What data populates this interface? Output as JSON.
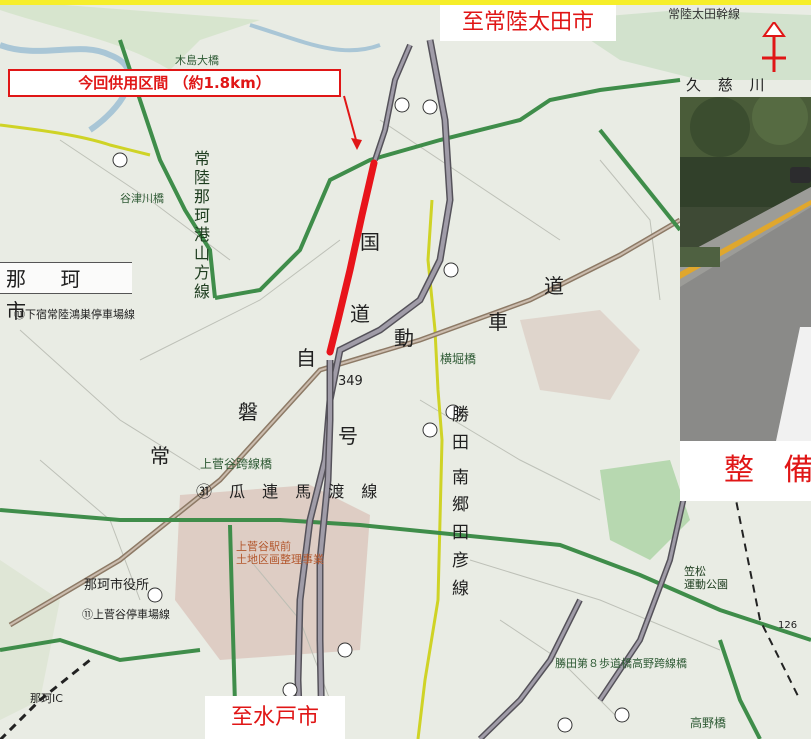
{
  "callout": {
    "label": "今回供用区間 （約1.8km）"
  },
  "destinations": {
    "north": "至常陸太田市",
    "south": "至水戸市"
  },
  "photo": {
    "caption": "整 備"
  },
  "map_labels": {
    "city": "那 珂 市",
    "route_number": "349",
    "road_hitachinaka_yamakata": "常陸那珂港山方線",
    "road_shimojuku": "⑪下宿常陸鴻巣停車場線",
    "road_kamisugaya": "⑪上菅谷停車場線",
    "road_uryuu": "㉛ 瓜 連 馬 渡 線",
    "road_ota_trunk": "常陸太田幹線",
    "city_hall": "那珂市役所",
    "ic": "那珂IC",
    "land_readjustment": "上菅谷駅前\n土地区画整理事業",
    "park": "笠松\n運動公園",
    "bridge_kamisugaya": "上菅谷跨線橋",
    "bridge_yokobori": "横堀橋",
    "bridge_takano": "高野橋",
    "pedestrian_bridge": "勝田第８歩道橋高野跨線橋",
    "elevation": "126",
    "expressway_chars": [
      "常",
      "磐",
      "自",
      "動",
      "車",
      "道"
    ],
    "kokudo_chars": [
      "国",
      "道",
      "号"
    ],
    "katsuta_line_chars": [
      "勝",
      "田",
      "南",
      "郷",
      "田",
      "彦",
      "線"
    ],
    "kuji_river": "久 慈 川",
    "gamasu_bridge": "木島大橋",
    "taguzu": "谷津川橋"
  },
  "colors": {
    "section_highlight": "#e8141b",
    "prefectural_road": "#3f8d4a",
    "national_road": "#7d7a86",
    "expressway": "#8d7a66",
    "yellow_route": "#cfd326",
    "callout_red": "#e01616"
  }
}
